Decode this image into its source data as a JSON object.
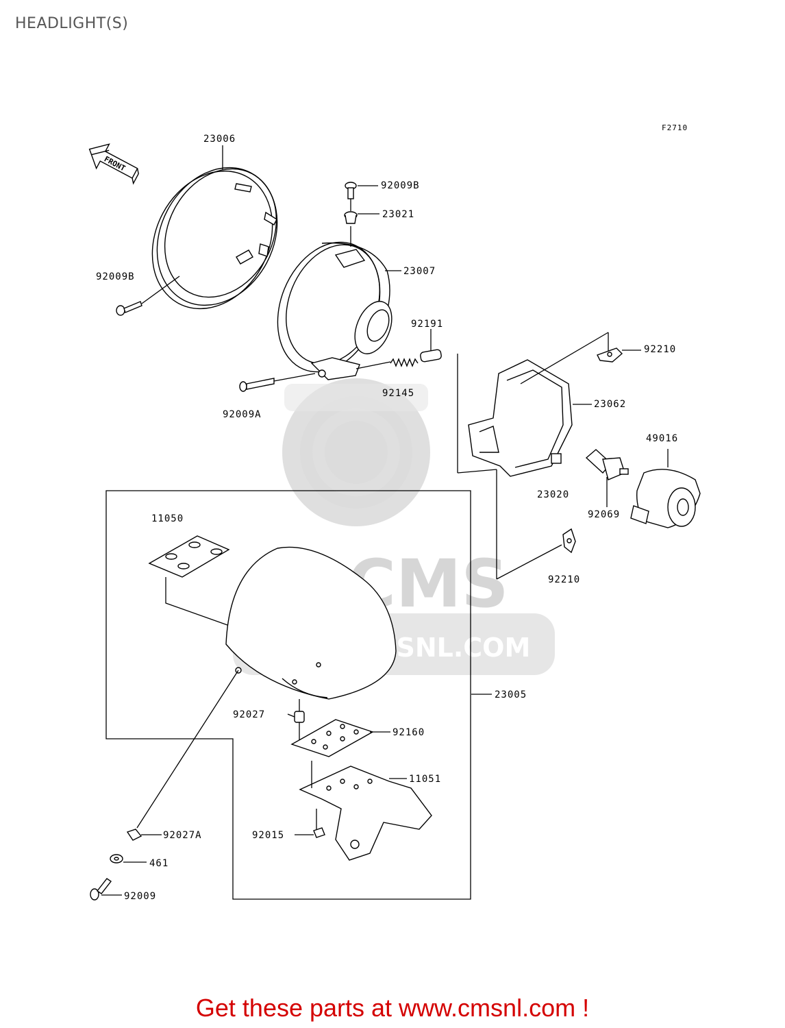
{
  "page": {
    "title": "HEADLIGHT(S)",
    "figure_code": "F2710",
    "front_arrow_label": "FRONT",
    "footer_link": "Get these parts at www.cmsnl.com !"
  },
  "watermark": {
    "logo": "CMS",
    "url": "WWW.CMSNL.COM"
  },
  "parts": [
    {
      "id": "p1",
      "label": "23006"
    },
    {
      "id": "p2",
      "label": "92009B"
    },
    {
      "id": "p3",
      "label": "23021"
    },
    {
      "id": "p4",
      "label": "92009B"
    },
    {
      "id": "p5",
      "label": "23007"
    },
    {
      "id": "p6",
      "label": "92191"
    },
    {
      "id": "p7",
      "label": "92210"
    },
    {
      "id": "p8",
      "label": "92145"
    },
    {
      "id": "p9",
      "label": "92009A"
    },
    {
      "id": "p10",
      "label": "23062"
    },
    {
      "id": "p11",
      "label": "49016"
    },
    {
      "id": "p12",
      "label": "23020"
    },
    {
      "id": "p13",
      "label": "92069"
    },
    {
      "id": "p14",
      "label": "11050"
    },
    {
      "id": "p15",
      "label": "92210"
    },
    {
      "id": "p16",
      "label": "23005"
    },
    {
      "id": "p17",
      "label": "92027"
    },
    {
      "id": "p18",
      "label": "92160"
    },
    {
      "id": "p19",
      "label": "11051"
    },
    {
      "id": "p20",
      "label": "92027A"
    },
    {
      "id": "p21",
      "label": "92015"
    },
    {
      "id": "p22",
      "label": "461"
    },
    {
      "id": "p23",
      "label": "92009"
    }
  ]
}
